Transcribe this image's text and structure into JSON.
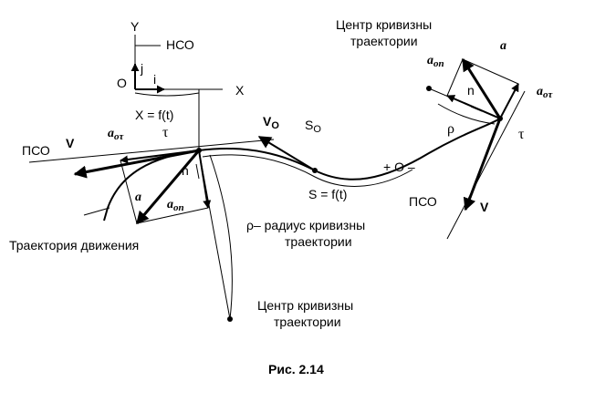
{
  "labels": {
    "axis_y": "Y",
    "axis_x": "X",
    "origin": "O",
    "unit_j": "j",
    "unit_i": "i",
    "frame_fixed": "НСО",
    "x_law": "X = f(t)",
    "frame_moving_left": "ПСО",
    "frame_moving_right": "ПСО",
    "velocity_left": "V",
    "velocity_right": "V",
    "velocity_origin": "V",
    "velocity_origin_sub": "O",
    "s_origin": "S",
    "s_origin_sub": "O",
    "sign_convention": "+ O –",
    "s_law": "S = f(t)",
    "accel_left": "a",
    "accel_right": "a",
    "accel_tau_left": "a",
    "accel_tau_left_sub": "oτ",
    "accel_tau_right": "a",
    "accel_tau_right_sub": "oτ",
    "accel_n_left": "a",
    "accel_n_left_sub": "on",
    "accel_n_right": "a",
    "accel_n_right_sub": "on",
    "tau_left": "τ",
    "tau_right": "τ",
    "normal_left": "n",
    "normal_right": "n",
    "rho_right": "ρ",
    "rho_left_line1": "ρ– радиус кривизны",
    "rho_left_line2": "траектории",
    "center_top_line1": "Центр кривизны",
    "center_top_line2": "траектории",
    "center_bottom_line1": "Центр кривизны",
    "center_bottom_line2": "траектории",
    "trajectory": "Траектория движения",
    "figure_caption": "Рис. 2.14"
  }
}
